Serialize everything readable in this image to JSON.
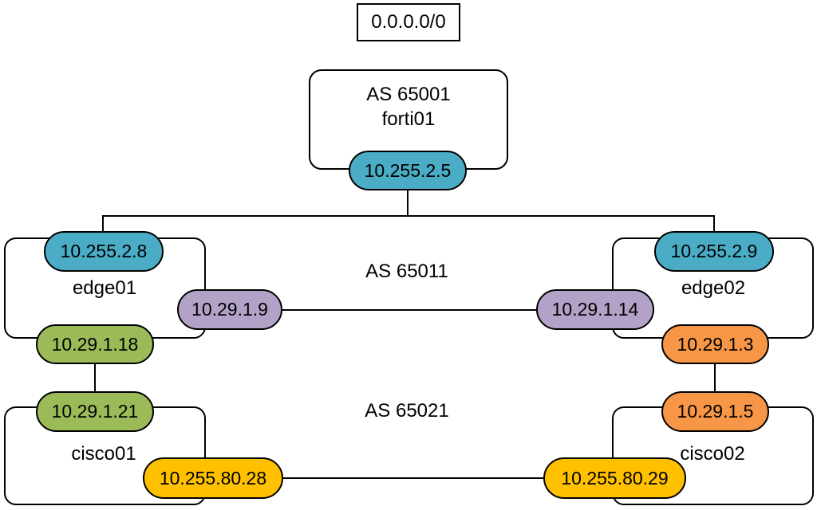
{
  "colors": {
    "teal": "#4BACC6",
    "green": "#9BBB59",
    "purple": "#B2A2C7",
    "orange": "#F79646",
    "yellow": "#FFC000",
    "line": "#000000",
    "background": "#FFFFFF"
  },
  "default_route": {
    "label": "0.0.0.0/0"
  },
  "forti01": {
    "as_label": "AS 65001",
    "hostname": "forti01",
    "ip_transit": "10.255.2.5"
  },
  "as_65011": {
    "label": "AS 65011"
  },
  "as_65021": {
    "label": "AS 65021"
  },
  "edge01": {
    "hostname": "edge01",
    "ip_uplink": "10.255.2.8",
    "ip_peer": "10.29.1.9",
    "ip_downlink": "10.29.1.18"
  },
  "edge02": {
    "hostname": "edge02",
    "ip_uplink": "10.255.2.9",
    "ip_peer": "10.29.1.14",
    "ip_downlink": "10.29.1.3"
  },
  "cisco01": {
    "hostname": "cisco01",
    "ip_uplink": "10.29.1.21",
    "ip_peer": "10.255.80.28"
  },
  "cisco02": {
    "hostname": "cisco02",
    "ip_uplink": "10.29.1.5",
    "ip_peer": "10.255.80.29"
  }
}
